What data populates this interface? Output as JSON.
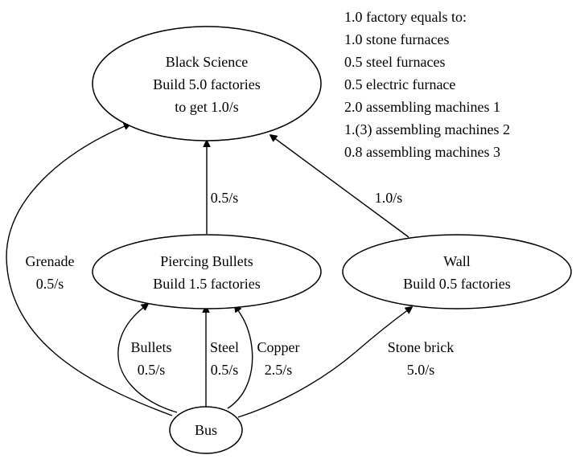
{
  "nodes": {
    "black_science": {
      "lines": [
        "Black Science",
        "Build 5.0 factories",
        "to get 1.0/s"
      ]
    },
    "piercing_bullets": {
      "lines": [
        "Piercing Bullets",
        "Build 1.5 factories"
      ]
    },
    "wall": {
      "lines": [
        "Wall",
        "Build 0.5 factories"
      ]
    },
    "bus": {
      "lines": [
        "Bus"
      ]
    }
  },
  "edges": {
    "grenade": {
      "lines": [
        "Grenade",
        "0.5/s"
      ]
    },
    "piercing_to_science": {
      "lines": [
        "0.5/s"
      ]
    },
    "wall_to_science": {
      "lines": [
        "1.0/s"
      ]
    },
    "bullets": {
      "lines": [
        "Bullets",
        "0.5/s"
      ]
    },
    "steel": {
      "lines": [
        "Steel",
        "0.5/s"
      ]
    },
    "copper": {
      "lines": [
        "Copper",
        "2.5/s"
      ]
    },
    "stone_brick": {
      "lines": [
        "Stone brick",
        "5.0/s"
      ]
    }
  },
  "factory_note": {
    "lines": [
      "1.0 factory equals to:",
      "1.0 stone furnaces",
      "0.5 steel furnaces",
      "0.5 electric furnace",
      "2.0 assembling machines 1",
      "1.(3) assembling machines 2",
      "0.8 assembling machines 3"
    ]
  }
}
